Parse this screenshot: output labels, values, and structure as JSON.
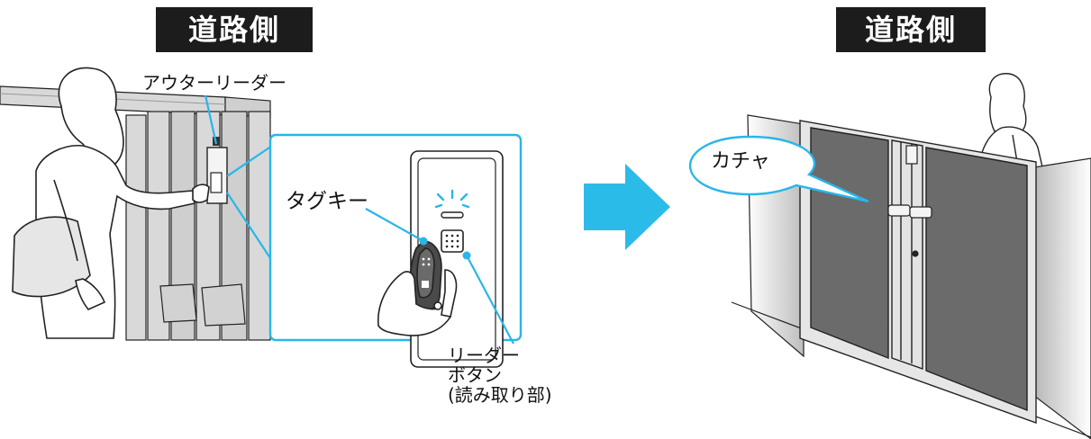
{
  "titles": {
    "left": "道路側",
    "right": "道路側"
  },
  "labels": {
    "outer_reader": "アウターリーダー",
    "tag_key": "タグキー",
    "reader_button_line1": "リーダー",
    "reader_button_line2": "ボタン",
    "reader_button_line3": "(読み取り部)",
    "sound": "カチャ"
  },
  "colors": {
    "accent_cyan": "#29b6e8",
    "arrow_cyan": "#2bbbe9",
    "gate_panel": "#6b6b6b",
    "title_bg": "#1c1c1c"
  },
  "icons": [
    "arrow-right-icon",
    "light-flash-icon",
    "keypad-icon"
  ]
}
